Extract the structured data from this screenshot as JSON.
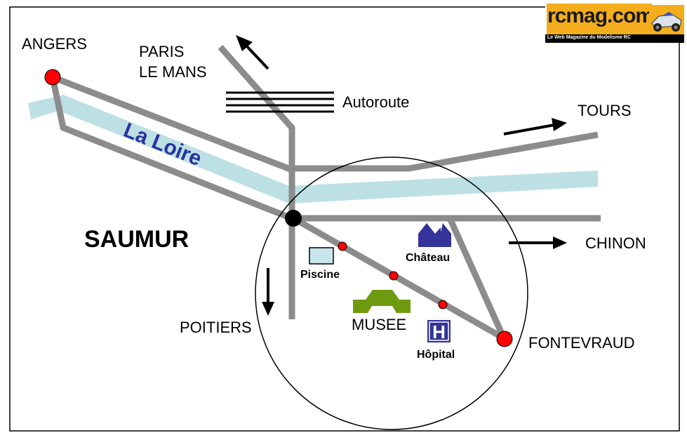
{
  "map": {
    "cities": {
      "angers": "ANGERS",
      "paris": "PARIS",
      "le_mans": "LE MANS",
      "tours": "TOURS",
      "chinon": "CHINON",
      "poitiers": "POITIERS",
      "fontevraud": "FONTEVRAUD",
      "saumur": "SAUMUR"
    },
    "features": {
      "autoroute": "Autoroute",
      "river": "La Loire",
      "chateau": "Château",
      "piscine": "Piscine",
      "musee": "MUSEE",
      "hopital": "Hôpital",
      "hospital_symbol": "H"
    },
    "colors": {
      "road": "#8c8c8c",
      "river": "#bde0e4",
      "river_label": "#2a33a0",
      "city_marker": "#ff0000",
      "saumur_marker": "#000000",
      "chateau": "#33339a",
      "hospital": "#33339a",
      "museum": "#6e9a10",
      "pool": "#c8e6ea"
    }
  },
  "logo": {
    "brand": "rcmag.com",
    "tagline": "Le Web Magazine du Modelisme RC"
  }
}
